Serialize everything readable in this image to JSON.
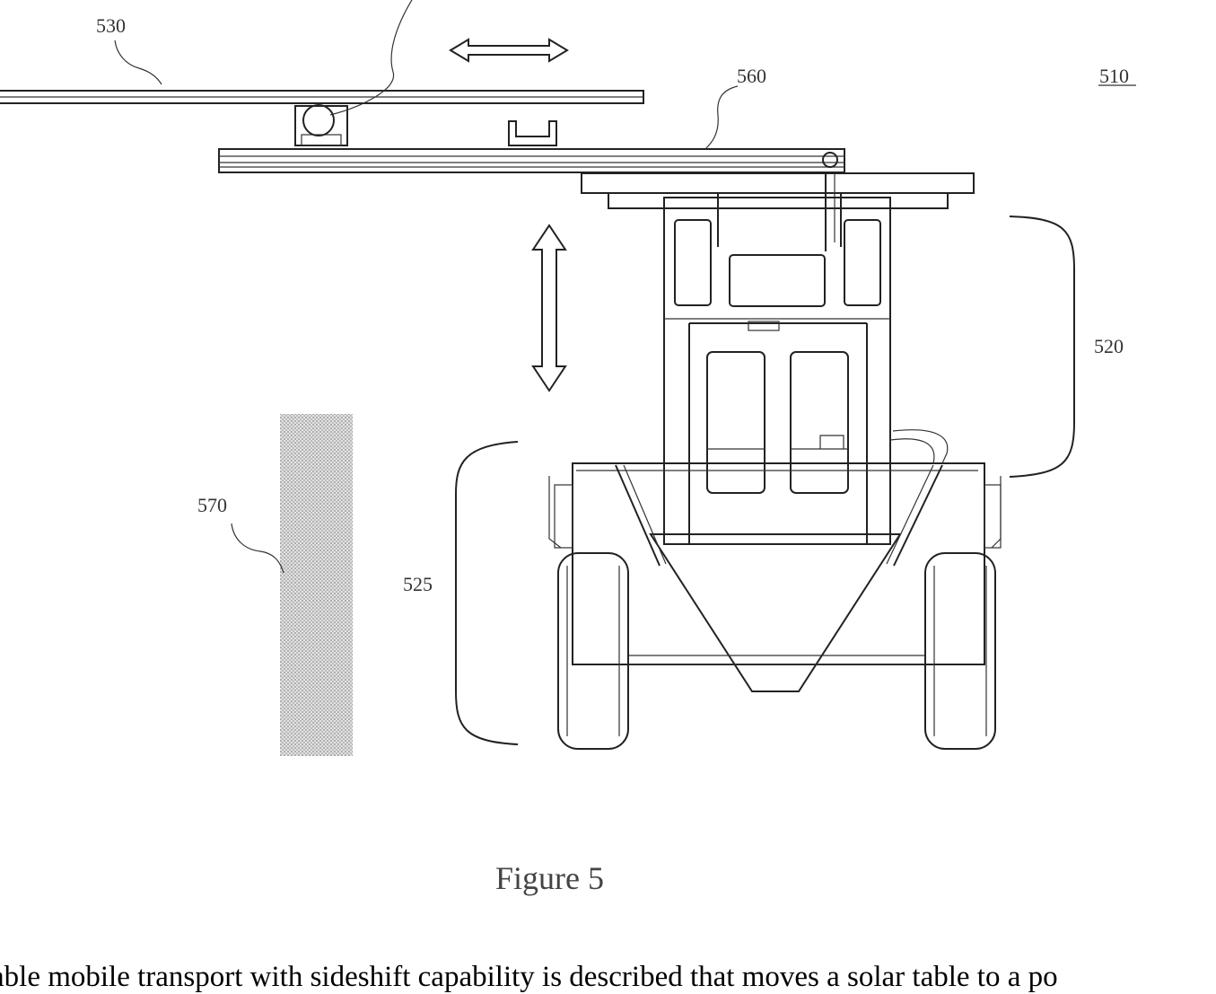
{
  "figure": {
    "caption": "Figure 5",
    "labels": {
      "ref_510": "510",
      "ref_520": "520",
      "ref_525": "525",
      "ref_530": "530",
      "ref_560": "560",
      "ref_570": "570"
    }
  },
  "abstract_text": "able mobile transport with sideshift capability is described that moves a solar table to a po",
  "colors": {
    "line": "#222222",
    "hatch": "#bdbdbd"
  }
}
